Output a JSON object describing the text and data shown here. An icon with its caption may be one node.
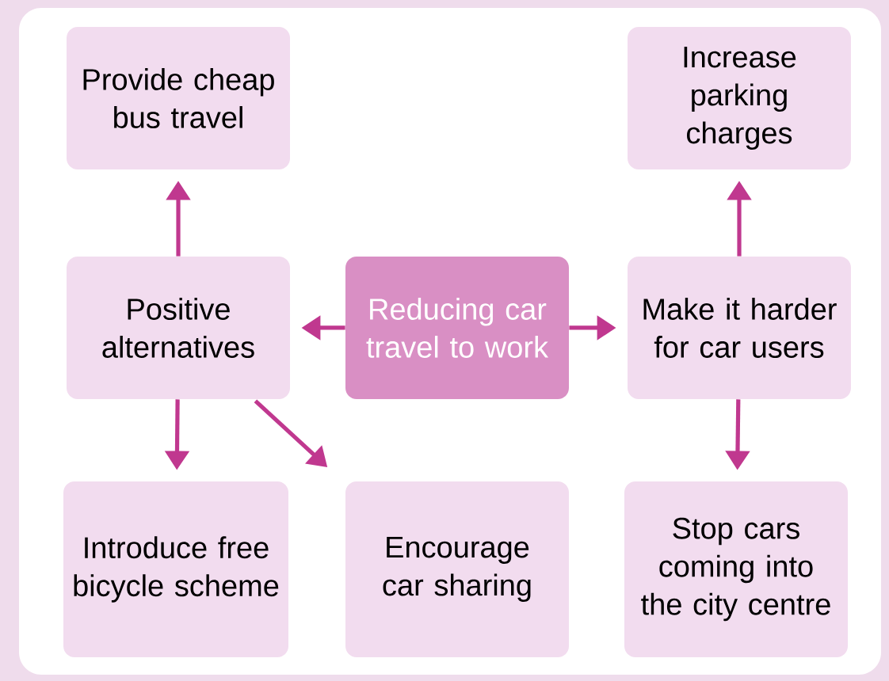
{
  "diagram": {
    "nodes": [
      {
        "text": [
          "Provide cheap bus travel"
        ]
      },
      {
        "text": [
          "Increase parking charges"
        ]
      },
      {
        "text": [
          "Positive alternatives"
        ]
      },
      {
        "text": [
          "Reducing car travel to work"
        ]
      },
      {
        "text": [
          "Make it harder for car users"
        ]
      },
      {
        "text": [
          "Introduce free bicycle scheme"
        ]
      },
      {
        "text": [
          "Encourage car sharing"
        ]
      },
      {
        "text": [
          "Stop cars coming into the city centre"
        ]
      }
    ],
    "edges": [
      {
        "from": 3,
        "to": 2,
        "arrow": "to"
      },
      {
        "from": 3,
        "to": 4,
        "arrow": "to"
      },
      {
        "from": 2,
        "to": 0,
        "arrow": "to"
      },
      {
        "from": 4,
        "to": 1,
        "arrow": "to"
      },
      {
        "from": 2,
        "to": 5,
        "arrow": "to"
      },
      {
        "from": 2,
        "to": 6,
        "arrow": "to"
      },
      {
        "from": 4,
        "to": 7,
        "arrow": "to"
      }
    ]
  }
}
